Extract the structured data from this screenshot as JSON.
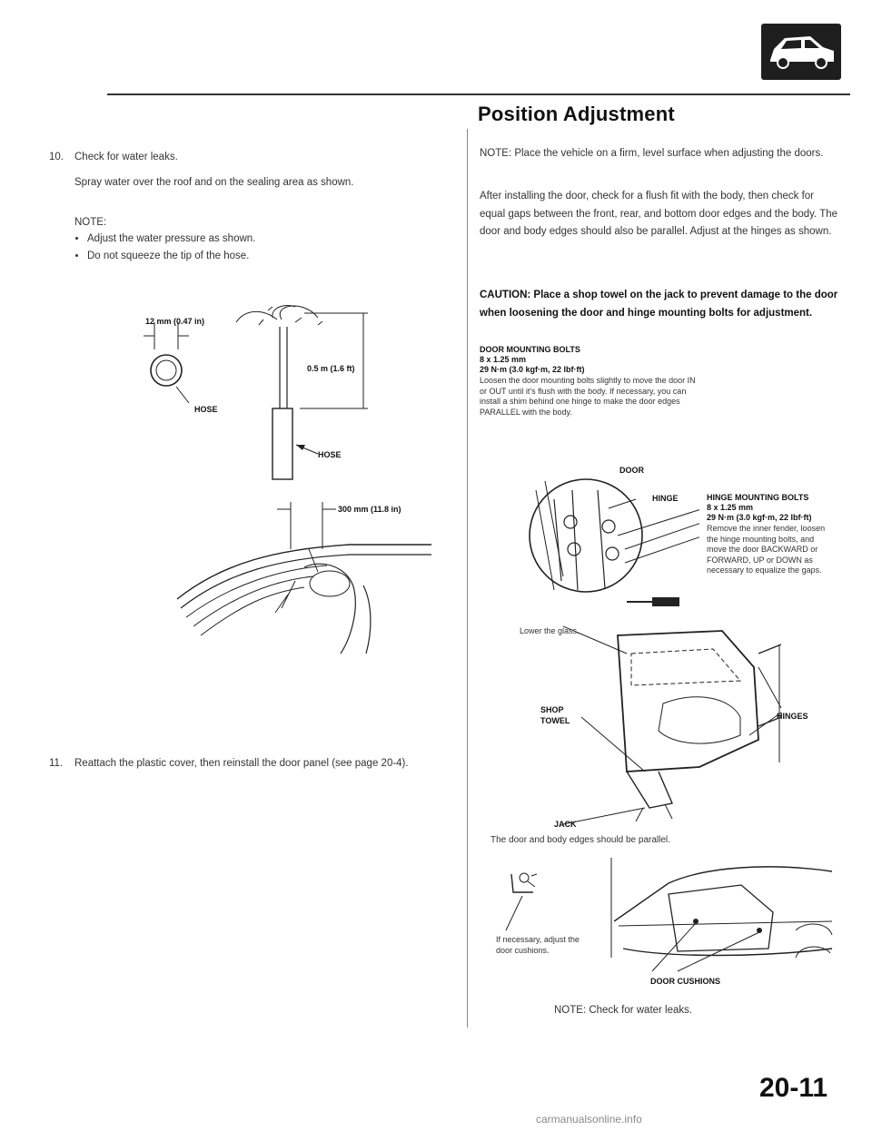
{
  "header": {
    "title": "Position Adjustment",
    "page_number": "20-11",
    "icon": "car-icon"
  },
  "left": {
    "step10": {
      "num": "10.",
      "heading": "Check for water leaks.",
      "body": "Spray water over the roof and on the sealing area as shown.",
      "note_label": "NOTE:",
      "notes": [
        "Adjust the water pressure as shown.",
        "Do not squeeze the tip of the hose."
      ]
    },
    "fig1": {
      "nozzle_dim": "12 mm (0.47 in)",
      "height": "0.5 m (1.6 ft)",
      "hose_left": "HOSE",
      "hose_right": "HOSE"
    },
    "fig2": {
      "distance": "300 mm (11.8 in)"
    },
    "step11": {
      "num": "11.",
      "text": "Reattach the plastic cover, then reinstall the door panel (see page 20-4)."
    }
  },
  "right": {
    "note": "NOTE: Place the vehicle on a firm, level surface when adjusting the doors.",
    "para": "After installing the door, check for a flush fit with the body, then check for equal gaps between the front, rear, and bottom door edges and the body. The door and body edges should also be parallel. Adjust at the hinges as shown.",
    "caution": "CAUTION: Place a shop towel on the jack to prevent damage to the door when loosening the door and hinge mounting bolts for adjustment.",
    "door_bolts": {
      "title": "DOOR MOUNTING BOLTS",
      "size": "8 x 1.25 mm",
      "torque": "29 N·m (3.0 kgf·m, 22 lbf·ft)",
      "text": "Loosen the door mounting bolts slightly to move the door IN or OUT until it's flush with the body. If necessary, you can install a shim behind one hinge to make the door edges PARALLEL with the body."
    },
    "door_label": "DOOR",
    "hinge_label": "HINGE",
    "hinge_bolts": {
      "title": "HINGE MOUNTING BOLTS",
      "size": "8 x 1.25 mm",
      "torque": "29 N·m (3.0 kgf·m, 22 lbf·ft)",
      "text": "Remove the inner fender, loosen the hinge mounting bolts, and move the door BACKWARD or FORWARD, UP or DOWN as necessary to equalize the gaps."
    },
    "lower_glass": "Lower the glass.",
    "hinges": "HINGES",
    "shop_towel": "SHOP TOWEL",
    "jack": "JACK",
    "parallel": "The door and body edges should be parallel.",
    "if_necessary": "If necessary, adjust the door cushions.",
    "door_cushions": "DOOR CUSHIONS",
    "note_bottom": "NOTE: Check for water leaks."
  },
  "watermark": "carmanualsonline.info"
}
